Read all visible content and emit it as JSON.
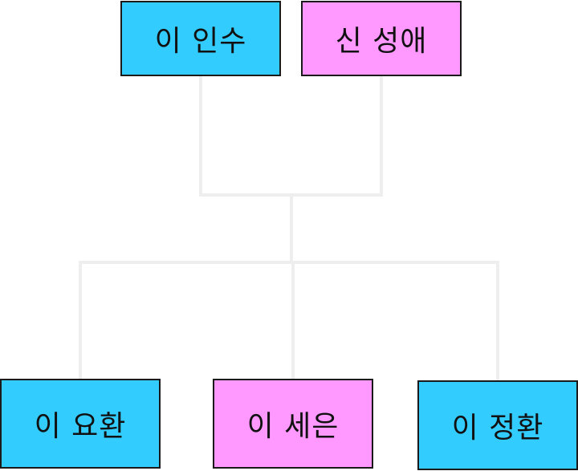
{
  "colors": {
    "male": "#33ccff",
    "female": "#ff99ff",
    "connector": "#eeeeee",
    "border": "#1a1a1a"
  },
  "parents": [
    {
      "name": "이 인수",
      "gender": "male"
    },
    {
      "name": "신 성애",
      "gender": "female"
    }
  ],
  "children": [
    {
      "name": "이 요환",
      "gender": "male"
    },
    {
      "name": "이 세은",
      "gender": "female"
    },
    {
      "name": "이 정환",
      "gender": "male"
    }
  ]
}
